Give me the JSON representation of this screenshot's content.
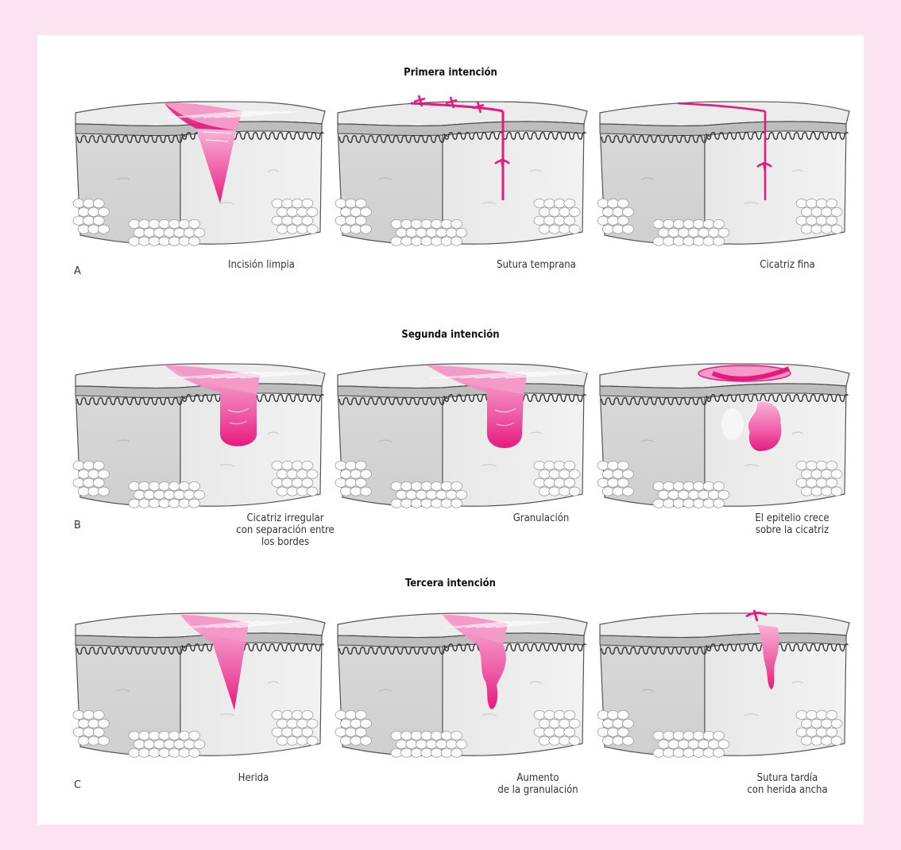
{
  "background_color": "#fbe4ef",
  "accent_color": "#e6197e",
  "sections": [
    {
      "title": "Primera intención",
      "letter": "A",
      "panels": [
        {
          "caption": "Incisión limpia",
          "variant": "incision"
        },
        {
          "caption": "Sutura temprana",
          "variant": "early-suture"
        },
        {
          "caption": "Cicatriz fina",
          "variant": "fine-scar"
        }
      ]
    },
    {
      "title": "Segunda intención",
      "letter": "B",
      "panels": [
        {
          "caption": "Cicatriz irregular\ncon separación entre\nlos bordes",
          "variant": "open-wound"
        },
        {
          "caption": "Granulación",
          "variant": "granulation"
        },
        {
          "caption": "El epitelio crece\nsobre la cicatriz",
          "variant": "epithelium"
        }
      ]
    },
    {
      "title": "Tercera intención",
      "letter": "C",
      "panels": [
        {
          "caption": "Herida",
          "variant": "wound"
        },
        {
          "caption": "Aumento\nde la granulación",
          "variant": "increased-granulation"
        },
        {
          "caption": "Sutura tardía\ncon herida ancha",
          "variant": "late-suture"
        }
      ]
    }
  ]
}
